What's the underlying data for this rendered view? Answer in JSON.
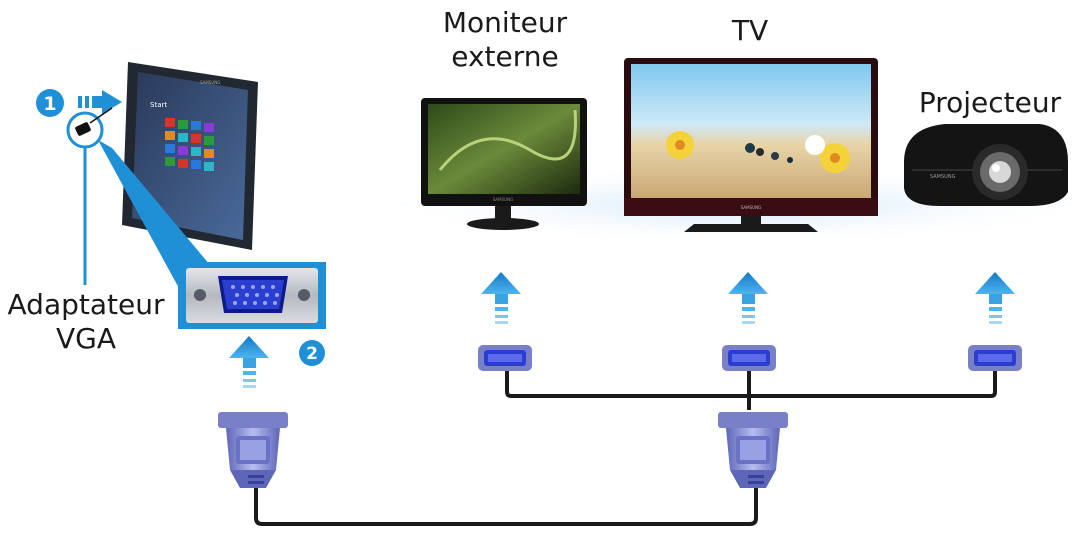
{
  "labels": {
    "external_monitor": "Moniteur\nexterne",
    "tv": "TV",
    "projector": "Projecteur",
    "vga_adapter": "Adaptateur\nVGA"
  },
  "steps": {
    "step1": "1",
    "step2": "2"
  },
  "brand_text": "SAMSUNG",
  "tablet_screen_text": "Start",
  "colors": {
    "accent_blue": "#1f8fd6",
    "arrow_blue": "#2196d8",
    "cable": "#1a1a1a",
    "vga_port": "#2a3fd0",
    "connector": "#8a90d8"
  }
}
